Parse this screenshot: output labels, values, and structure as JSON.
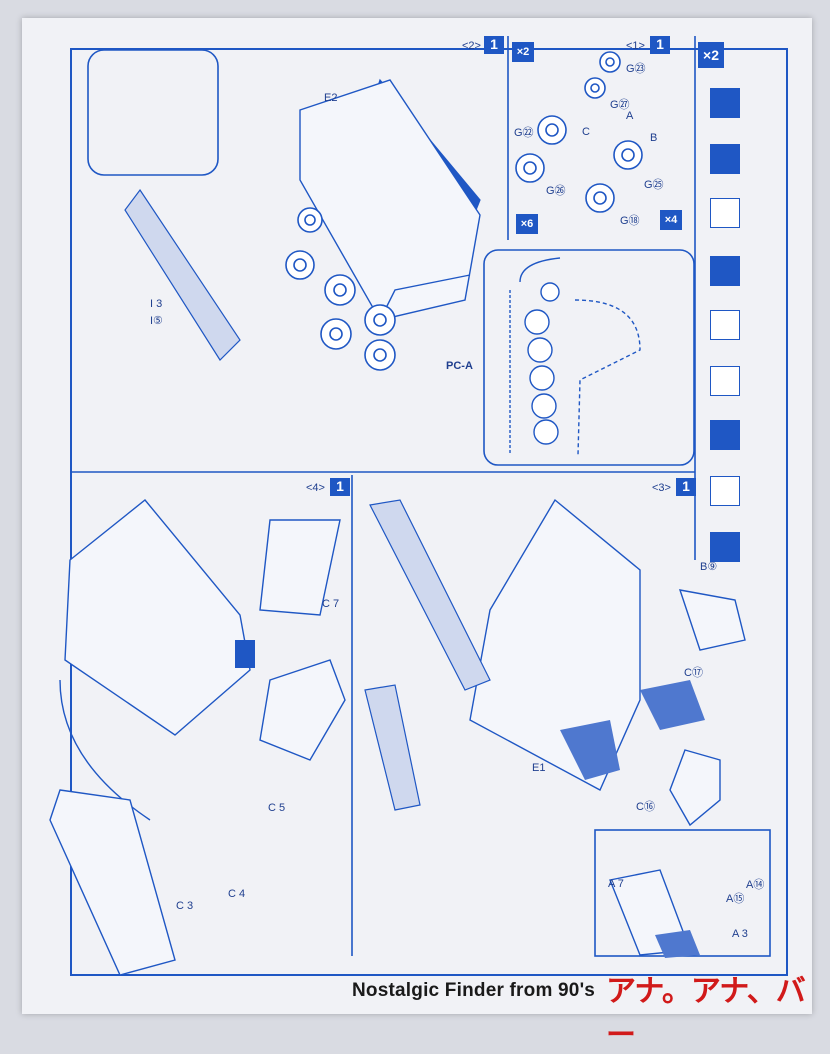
{
  "photo": {
    "subject": "A photograph of a Japanese plastic model kit instruction sheet printed in blue line art on white paper, showing track and wheel assembly steps",
    "colors": {
      "ink": "#1f57c4",
      "paper": "#f1f2f6",
      "background": "#d9dbe2"
    }
  },
  "steps": {
    "step2": {
      "label": "1",
      "sub": "<2>"
    },
    "step1": {
      "label": "1",
      "sub": "<1>"
    },
    "step4": {
      "label": "1",
      "sub": "<4>"
    },
    "step3": {
      "label": "1",
      "sub": "<3>"
    }
  },
  "parts": {
    "e2": "E2",
    "e1": "E1",
    "g23": "G㉓",
    "g27": "G㉗",
    "g22": "G㉒",
    "g26": "G㉖",
    "g25": "G㉕",
    "g18": "G⑱",
    "a": "A",
    "b": "B",
    "c": "C",
    "pca": "PC-A",
    "c7": "C 7",
    "c5": "C 5",
    "c3": "C 3",
    "c4": "C 4",
    "c17": "C⑰",
    "c16": "C⑯",
    "b9": "B⑨",
    "a14": "A⑭",
    "a15": "A⑮",
    "a7": "A 7",
    "a3": "A 3",
    "i3": "I 3",
    "i5": "I⑤"
  },
  "multipliers": {
    "x2_top": "×2",
    "x2_box": "×2",
    "x6": "×6",
    "x4": "×4"
  },
  "watermark": {
    "left": "Nostalgic Finder from 90's",
    "right": "アナ。アナ、バー"
  }
}
